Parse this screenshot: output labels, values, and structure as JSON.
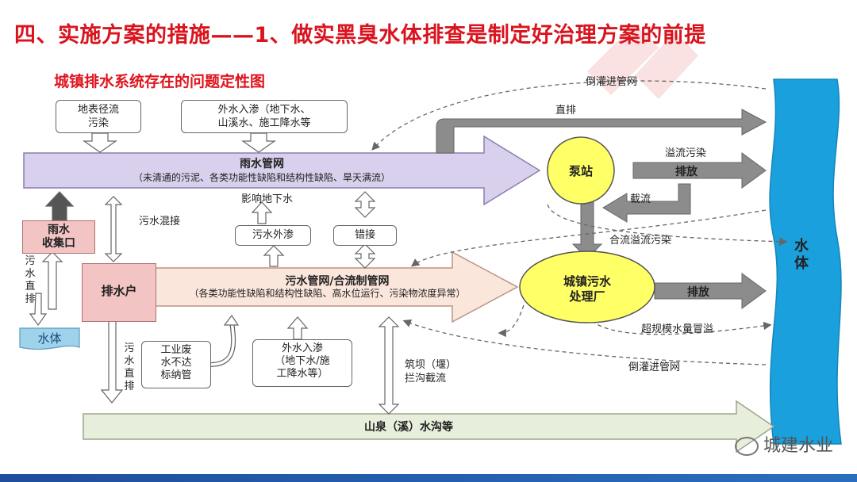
{
  "title": "四、实施方案的措施——1、做实黑臭水体排查是制定好治理方案的前提",
  "subtitle": "城镇排水系统存在的问题定性图",
  "nodes": {
    "surface_runoff": "地表径流\n污染",
    "infiltration_top": "外水入渗（地下水、\n山溪水、施工降水等",
    "rain_network_title": "雨水管网",
    "rain_network_desc": "（未清通的污泥、各类功能性缺陷和结构性缺陷、旱天满流）",
    "pump_station": "泵站",
    "discharge_1": "排放",
    "rain_collector": "雨水\n收集口",
    "drainer": "排水户",
    "sewage_leak": "污水外渗",
    "misconnection": "错接",
    "sewer_title": "污水管网/合流制管网",
    "sewer_desc": "（各类功能性缺陷和结构性缺陷、高水位运行、污染物浓度异常）",
    "wwtp": "城镇污水\n处理厂",
    "discharge_2": "排放",
    "industrial": "工业废\n水不达\n标纳管",
    "infiltration_bottom": "外水入渗\n（地下水/施\n工降水等）",
    "creek": "山泉（溪）水沟等",
    "water_body_left": "水体",
    "water_body_right": "水\n体"
  },
  "labels": {
    "backflow_top": "倒灌进管网",
    "direct_discharge_top": "直排",
    "overflow_pollution": "溢流污染",
    "interception": "截流",
    "combined_overflow": "合流溢流污染",
    "over_capacity_overflow": "超规模水量冒溢",
    "backflow_bottom": "倒灌进管网",
    "affect_groundwater": "影响地下水",
    "sewage_mixed": "污水混接",
    "sewage_direct_left": "污水直排",
    "sewage_direct_mid": "污水直排",
    "dam_interception": "筑坝（堰）\n拦沟截流"
  },
  "brand": "城建水业",
  "colors": {
    "title_red": "#d9141e",
    "river_blue": "#1aa0dc",
    "rain_arrow": "#d8d0ec",
    "sewer_arrow": "#fbe6dc",
    "creek_arrow": "#e7eedc",
    "node_yellow": "#ffff66",
    "gray_arrow": "#8c8c8c",
    "collector_pink": "#f2c4c4"
  }
}
